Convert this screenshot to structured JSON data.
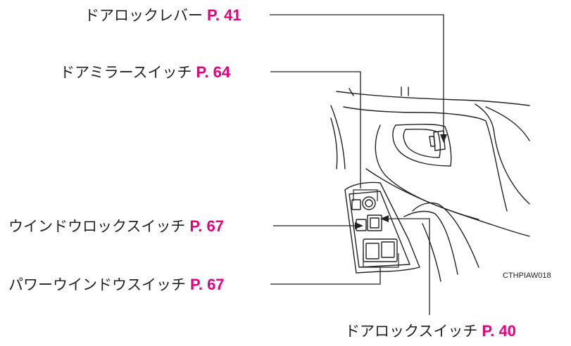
{
  "colors": {
    "accent": "#e4007f",
    "line": "#222222"
  },
  "labels": [
    {
      "id": "door-lock-lever",
      "text": "ドアロックレバー",
      "page": "P. 41"
    },
    {
      "id": "door-mirror-switch",
      "text": "ドアミラースイッチ",
      "page": "P. 64"
    },
    {
      "id": "window-lock-switch",
      "text": "ウインドウロックスイッチ",
      "page": "P. 67"
    },
    {
      "id": "power-window-switch",
      "text": "パワーウインドウスイッチ",
      "page": "P. 67"
    },
    {
      "id": "door-lock-switch",
      "text": "ドアロックスイッチ",
      "page": "P. 40"
    }
  ],
  "image_code": "CTHPIAW018"
}
